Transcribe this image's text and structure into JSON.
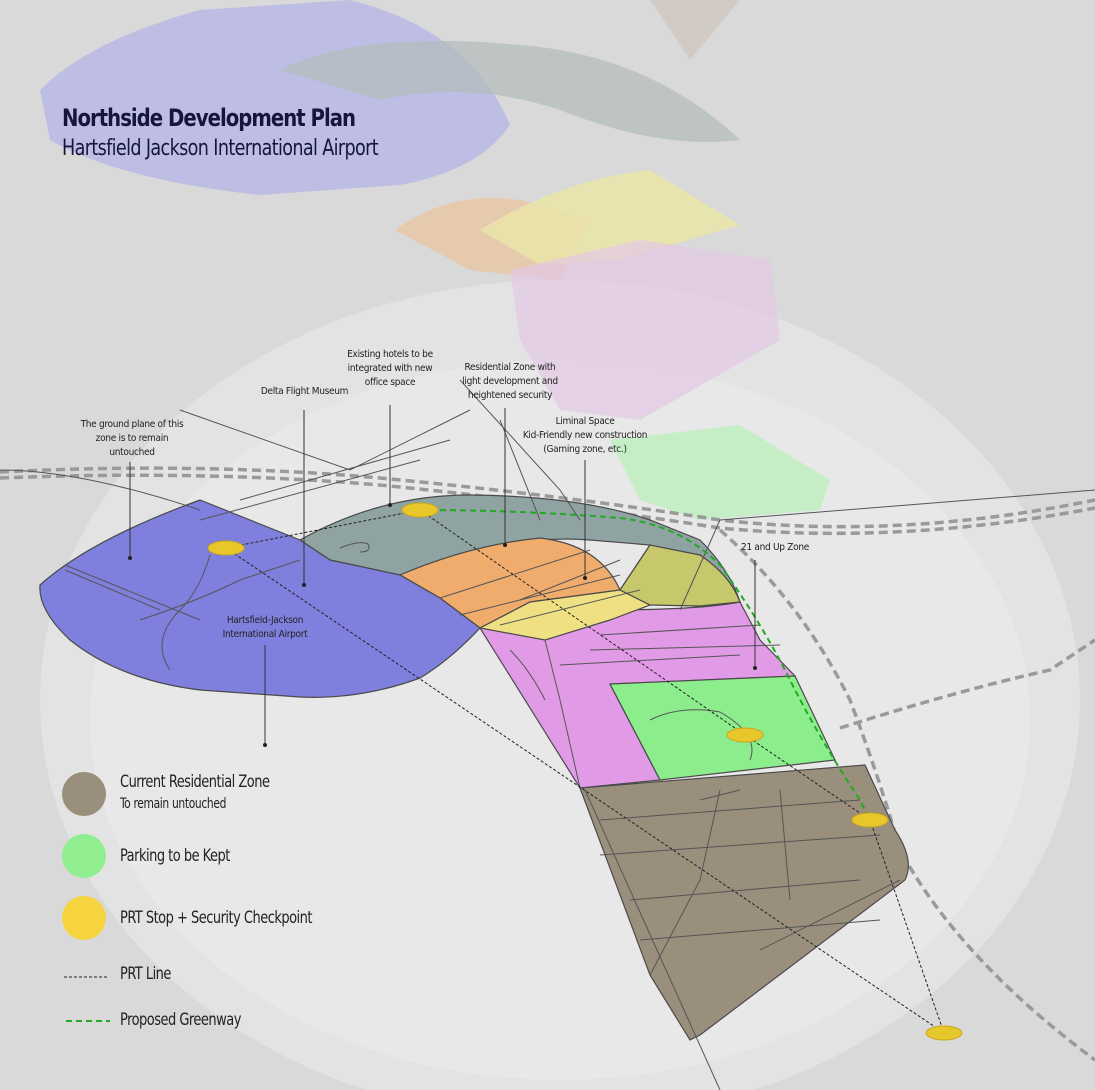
{
  "title": {
    "main": "Northside Development Plan",
    "sub": "Hartsfield Jackson International Airport"
  },
  "annotations": {
    "ground_plane": "The ground plane of this\nzone is to remain\nuntouched",
    "delta_museum": "Delta Flight Museum",
    "hotels": "Existing hotels to be\nintegrated with new\noffice space",
    "residential_zone": "Residential Zone with\nlight development and\nheightened security",
    "liminal": "Liminal Space\nKid-Friendly new construction\n(Gaming zone, etc.)",
    "twentyone": "21 and Up Zone",
    "airport": "Hartsfield-Jackson\nInternational Airport"
  },
  "legend": {
    "residential": {
      "label": "Current Residential Zone",
      "sub": "To remain untouched",
      "color": "#9a8f7c"
    },
    "parking": {
      "label": "Parking to be Kept",
      "color": "#90ee90"
    },
    "prt_stop": {
      "label": "PRT Stop + Security Checkpoint",
      "color": "#f5d43f"
    },
    "prt_line": {
      "label": "PRT Line",
      "color": "#222222"
    },
    "greenway": {
      "label": "Proposed Greenway",
      "color": "#22aa22"
    }
  },
  "colors": {
    "airport": "#7f7fde",
    "hotels": "#8fa3a3",
    "orange": "#efac6c",
    "yellow": "#efe183",
    "liminal": "#c7c76b",
    "pink": "#e19be6",
    "green": "#8ced8c",
    "brown": "#9a8f7c"
  }
}
